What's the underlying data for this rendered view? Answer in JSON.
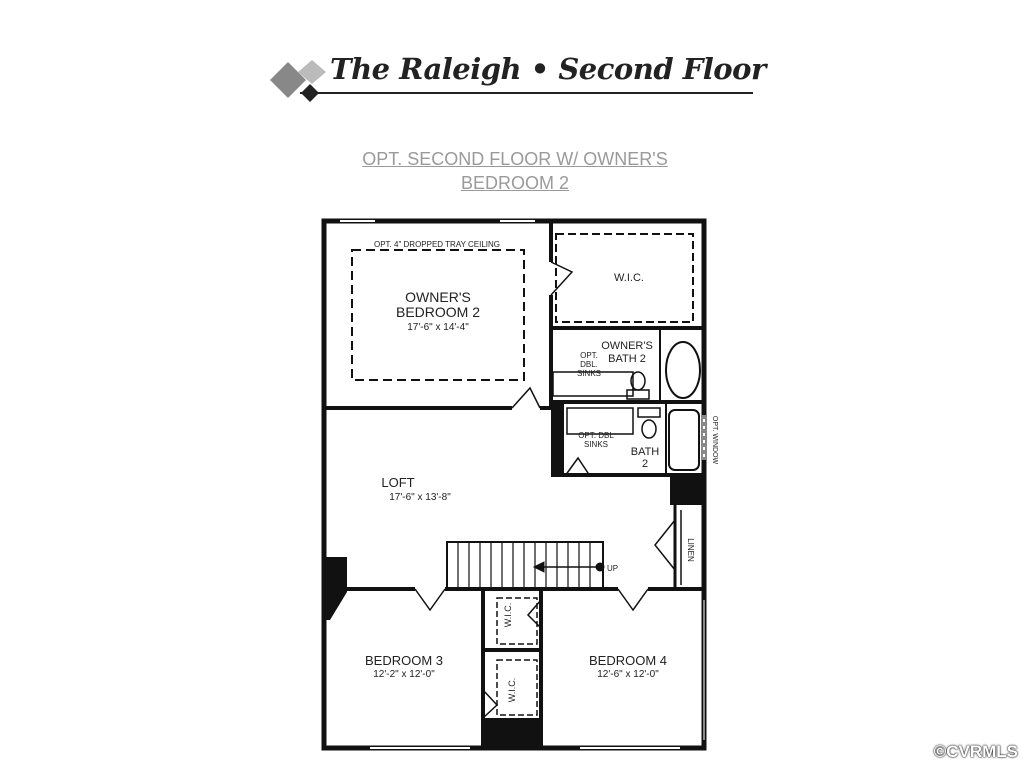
{
  "header": {
    "title": "The Raleigh • Second Floor",
    "subtitle_line1": "OPT. SECOND FLOOR W/ OWNER'S",
    "subtitle_line2": "BEDROOM 2"
  },
  "rooms": {
    "tray_ceiling": "OPT. 4\" DROPPED TRAY CEILING",
    "owners_bedroom_name1": "OWNER'S",
    "owners_bedroom_name2": "BEDROOM 2",
    "owners_bedroom_size": "17'-6\" x 14'-4\"",
    "wic": "W.I.C.",
    "owners_bath1": "OWNER'S",
    "owners_bath2": "BATH 2",
    "opt_dbl_sinks_a1": "OPT.",
    "opt_dbl_sinks_a2": "DBL.",
    "opt_dbl_sinks_a3": "SINKS",
    "opt_dbl_sinks_b1": "OPT. DBL",
    "opt_dbl_sinks_b2": "SINKS",
    "bath2_1": "BATH",
    "bath2_2": "2",
    "opt_window": "OPT. WINDOW",
    "loft_name": "LOFT",
    "loft_size": "17'-6\" x 13'-8\"",
    "linen": "LINEN",
    "up": "UP",
    "wic_b3a": "W.I.C.",
    "wic_b3b": "W.I.C.",
    "bedroom3_name": "BEDROOM 3",
    "bedroom3_size": "12'-2\" x 12'-0\"",
    "bedroom4_name": "BEDROOM 4",
    "bedroom4_size": "12'-6\" x 12'-0\""
  },
  "watermark": "©CVRMLS"
}
